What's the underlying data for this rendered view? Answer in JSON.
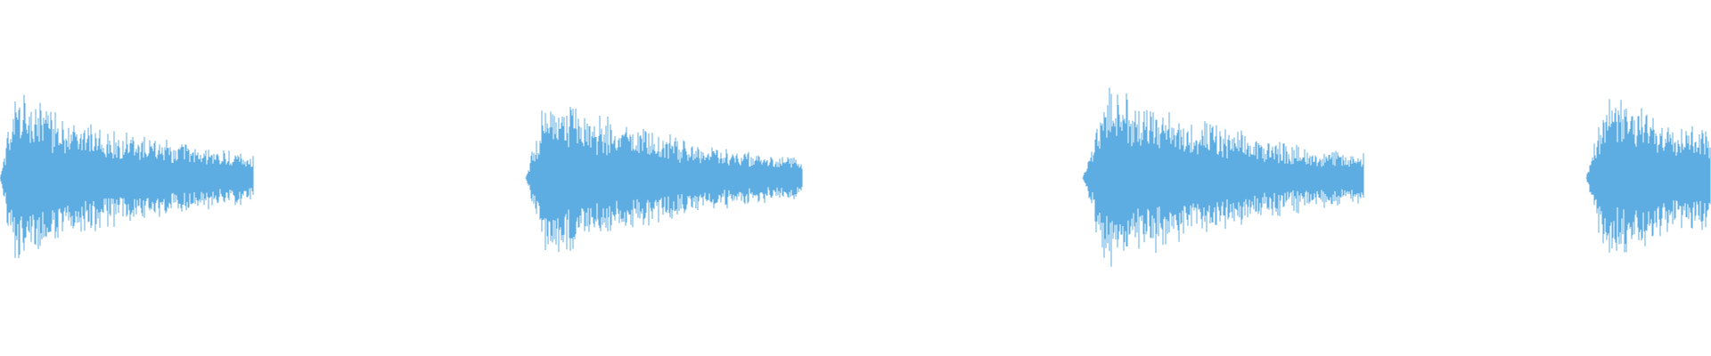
{
  "waveform": {
    "color": "#5dade2",
    "background": "#ffffff",
    "bursts": [
      {
        "start": 0.0,
        "end": 0.1484,
        "attack": 0.008,
        "peak": 0.22,
        "decay_rate": 9.0
      },
      {
        "start": 0.3073,
        "end": 0.4688,
        "attack": 0.012,
        "peak": 0.22,
        "decay_rate": 9.5
      },
      {
        "start": 0.6328,
        "end": 0.7969,
        "attack": 0.014,
        "peak": 0.24,
        "decay_rate": 9.0
      },
      {
        "start": 0.9271,
        "end": 1.0,
        "attack": 0.01,
        "peak": 0.22,
        "decay_rate": 8.0
      }
    ]
  }
}
